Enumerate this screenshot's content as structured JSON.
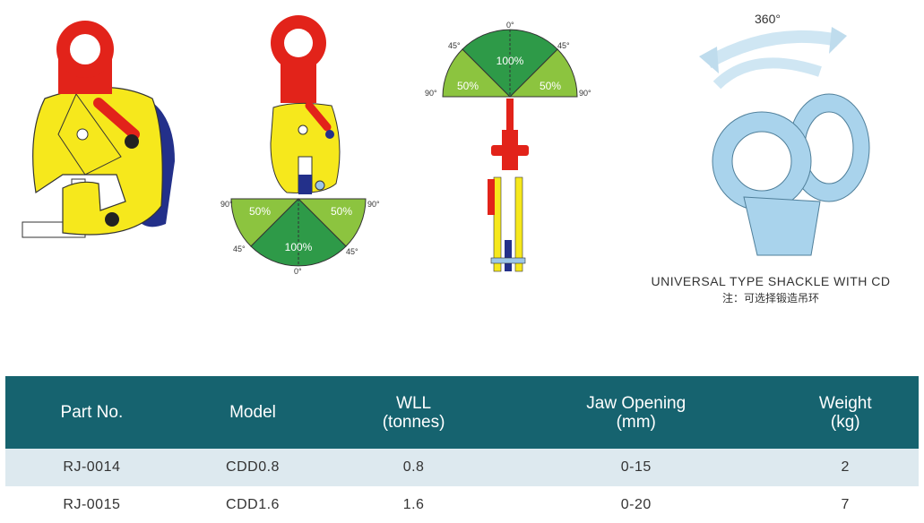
{
  "diagrams": {
    "clamp_bottom_arc": {
      "labels_left": [
        "90°",
        "45°"
      ],
      "labels_right": [
        "90°",
        "45°"
      ],
      "bottom": "0°",
      "side_pct": "50%",
      "center_pct": "100%"
    },
    "clamp_top_arc": {
      "labels_left": [
        "90°",
        "45°"
      ],
      "labels_right": [
        "90°",
        "45°"
      ],
      "top": "0°",
      "side_pct": "50%",
      "center_pct": "100%"
    },
    "shackle_rotation": "360°"
  },
  "caption": {
    "english": "UNIVERSAL TYPE SHACKLE WITH CD",
    "chinese": "注：可选择锻造吊环"
  },
  "table": {
    "headers": [
      [
        "Part No.",
        ""
      ],
      [
        "Model",
        ""
      ],
      [
        "WLL",
        "(tonnes)"
      ],
      [
        "Jaw Opening",
        "(mm)"
      ],
      [
        "Weight",
        "(kg)"
      ]
    ],
    "rows": [
      [
        "RJ-0014",
        "CDD0.8",
        "0.8",
        "0-15",
        "2"
      ],
      [
        "RJ-0015",
        "CDD1.6",
        "1.6",
        "0-20",
        "7"
      ]
    ]
  },
  "colors": {
    "header": "#16636f",
    "row_alt": "#dde9ef",
    "green_dark": "#2e9a48",
    "green_light": "#8cc43f",
    "red": "#e2231a",
    "yellow": "#f6e81c",
    "blue": "#23308a"
  }
}
